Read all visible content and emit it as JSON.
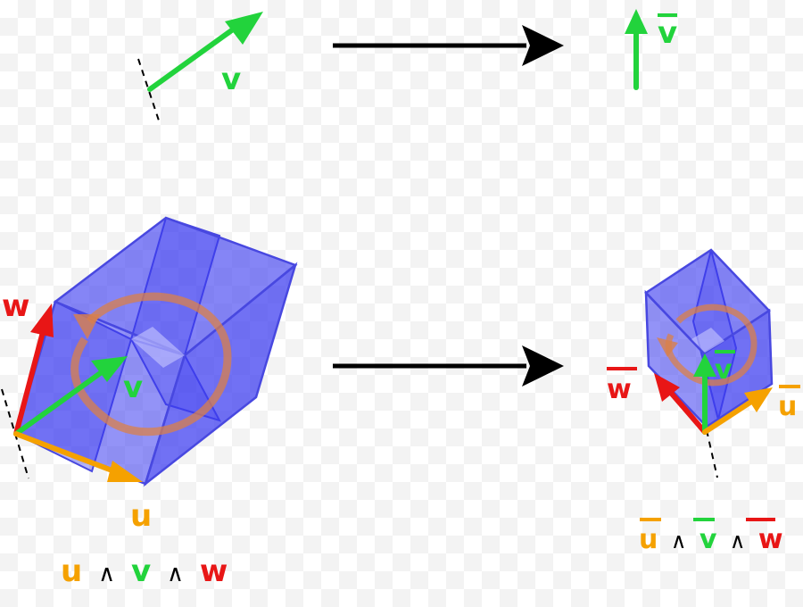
{
  "colors": {
    "u": "#f5a100",
    "v": "#22d33c",
    "w": "#e81616",
    "arrow": "#000000",
    "cube_fill": "#3a3af0",
    "cube_edge": "#4040e0",
    "rotation": "#d9804a"
  },
  "labels": {
    "v_top": "v",
    "v_bar_top": "v",
    "w_left": "w",
    "v_left": "v",
    "u_left": "u",
    "w_bar_right": "w",
    "v_bar_right": "v",
    "u_bar_right": "u"
  },
  "formula_left": {
    "u": "u",
    "wedge1": "∧",
    "v": "v",
    "wedge2": "∧",
    "w": "w"
  },
  "formula_right": {
    "u": "u",
    "wedge1": "∧",
    "v": "v",
    "wedge2": "∧",
    "w": "w"
  }
}
